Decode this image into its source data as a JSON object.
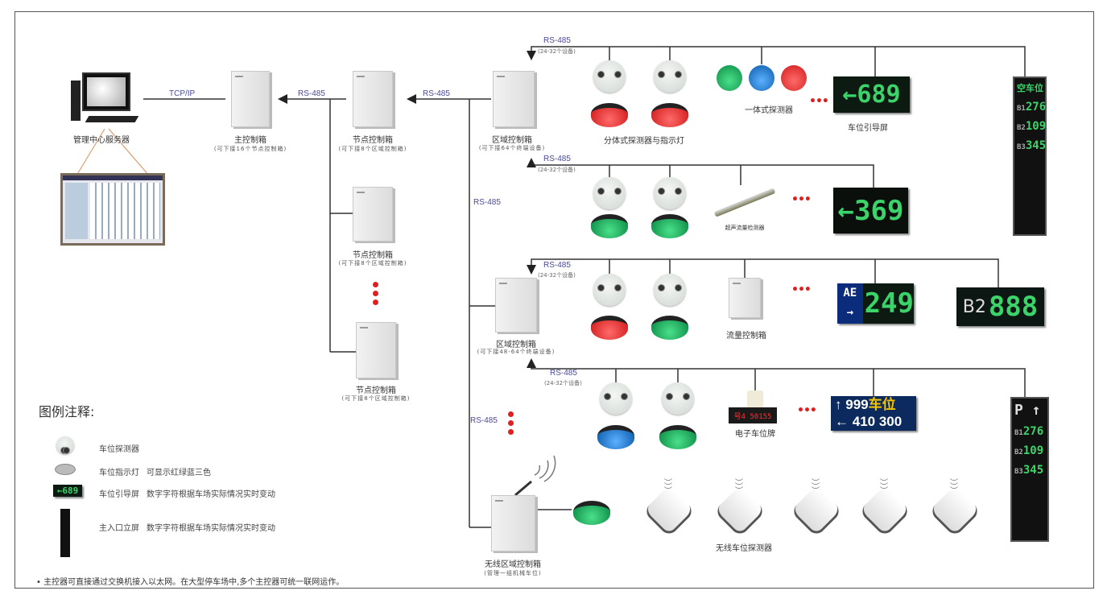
{
  "protocols": {
    "tcp": "TCP/IP",
    "rs485": "RS-485",
    "bus_capacity": "(24-32个设备)"
  },
  "server": {
    "label": "管理中心服务器"
  },
  "main_box": {
    "label": "主控制箱",
    "sub": "(可下接16个节点控制箱)"
  },
  "node_boxes": [
    {
      "label": "节点控制箱",
      "sub": "(可下接8个区域控制箱)"
    },
    {
      "label": "节点控制箱",
      "sub": "(可下接8个区域控制箱)"
    },
    {
      "label": "节点控制箱",
      "sub": "(可下接8个区域控制箱)"
    }
  ],
  "region_boxes": [
    {
      "label": "区域控制箱",
      "sub": "(可下接64个终端设备)"
    },
    {
      "label": "区域控制箱",
      "sub": "(可下接48-64个终端设备)"
    }
  ],
  "wireless_box": {
    "label": "无线区域控制箱",
    "sub": "(管理一组机械车位)"
  },
  "devices": {
    "split_detector": "分体式探测器与指示灯",
    "integrated_detector": "一体式探测器",
    "guide_screen": "车位引导屏",
    "ultrasonic": "超声流量检测器",
    "flow_box": "流量控制箱",
    "plate": "电子车位牌",
    "wireless_detector": "无线车位探测器"
  },
  "screens": {
    "s1": "←689",
    "s2": "←369",
    "s3_left_top": "AE",
    "s3_left_bottom": "→",
    "s3_right": "249",
    "s4_left": "B2",
    "s4_right": "888",
    "s5_line1_num": "999",
    "s5_line1_text": "车位",
    "s5_line2": "410 300",
    "plate_text": "号4 50155"
  },
  "totem1": {
    "title": "空车位",
    "rows": [
      {
        "floor": "B1",
        "count": "276"
      },
      {
        "floor": "B2",
        "count": "109"
      },
      {
        "floor": "B3",
        "count": "345"
      }
    ]
  },
  "totem2": {
    "title": "P ↑",
    "rows": [
      {
        "floor": "B1",
        "count": "276"
      },
      {
        "floor": "B2",
        "count": "109"
      },
      {
        "floor": "B3",
        "count": "345"
      }
    ]
  },
  "legend": {
    "title": "图例注释:",
    "items": [
      {
        "label": "车位探测器",
        "desc": ""
      },
      {
        "label": "车位指示灯",
        "desc": "可显示红绿蓝三色"
      },
      {
        "label": "车位引导屏",
        "desc": "数字字符根据车场实际情况实时变动"
      },
      {
        "label": "主入口立屏",
        "desc": "数字字符根据车场实际情况实时变动"
      }
    ],
    "legend_screen": "←689"
  },
  "footnote": "主控器可直接通过交换机接入以太网。在大型停车场中,多个主控器可统一联网运作。",
  "colors": {
    "red": "#d11a1a",
    "green": "#0a8a45",
    "blue": "#0a5aa8",
    "led": "#3cd36a",
    "protocol_text": "#4a4a9a"
  }
}
